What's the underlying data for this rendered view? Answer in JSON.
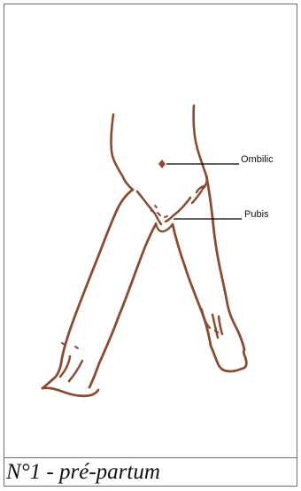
{
  "figure": {
    "caption": "N°1 - pré-partum",
    "annotations": [
      {
        "name": "ombilic",
        "label": "Ombilic"
      },
      {
        "name": "pubis",
        "label": "Pubis"
      }
    ],
    "colors": {
      "sketch_stroke": "#8b4b32",
      "pointer_line": "#000000",
      "frame_border": "#6d6d6d"
    }
  }
}
